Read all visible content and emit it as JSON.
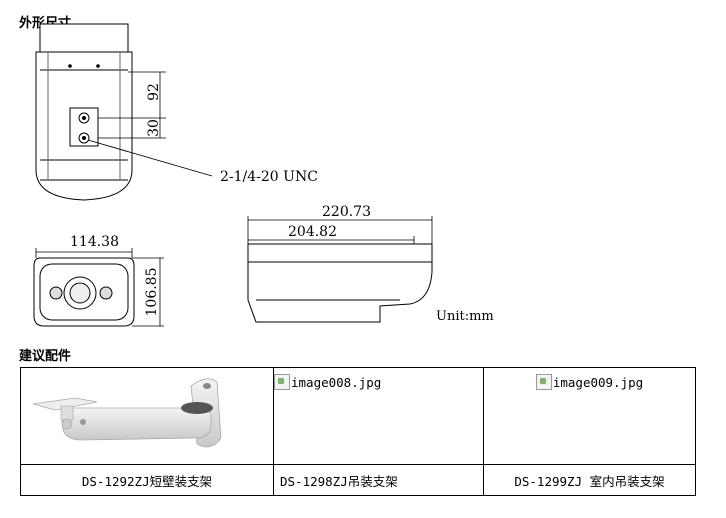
{
  "sections": {
    "dimensions_heading": "外形尺寸",
    "accessories_heading": "建议配件"
  },
  "drawing": {
    "dim_top_92": "92",
    "dim_top_30": "30",
    "mount_thread": "2-1/4-20 UNC",
    "dim_front_width": "114.38",
    "dim_front_height": "106.85",
    "dim_side_total": "220.73",
    "dim_side_inner": "204.82",
    "unit": "Unit:mm"
  },
  "accessories": [
    {
      "image_alt": "",
      "caption": "DS-1292ZJ短壁装支架"
    },
    {
      "image_alt": "image008.jpg",
      "caption": "DS-1298ZJ吊装支架"
    },
    {
      "image_alt": "image009.jpg",
      "caption": "DS-1299ZJ 室内吊装支架"
    }
  ]
}
